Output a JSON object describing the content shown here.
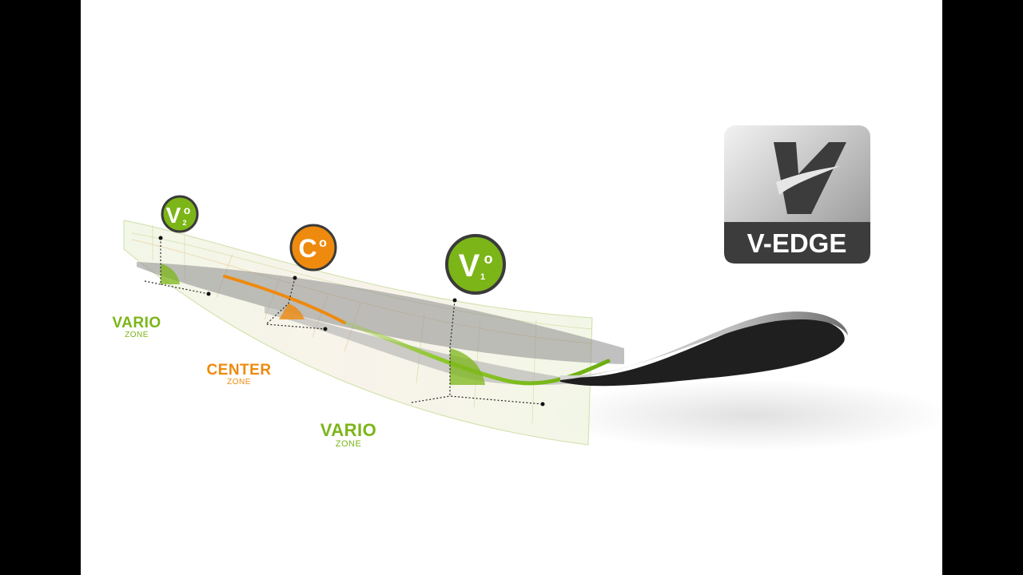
{
  "colors": {
    "green": "#7cb518",
    "orange": "#ee8a0e",
    "ski_dark": "#1f1f1f",
    "badge_dark": "#3c3c3c"
  },
  "logo": {
    "icon": "v-edge-logo-icon",
    "text": "V-EDGE"
  },
  "markers": {
    "v2": {
      "letter": "V",
      "sup": "o",
      "sub": "2"
    },
    "center": {
      "letter": "C",
      "sup": "o",
      "sub": ""
    },
    "v1": {
      "letter": "V",
      "sup": "o",
      "sub": "1"
    }
  },
  "zones": {
    "vario_left": {
      "main": "VARIO",
      "sub": "ZONE",
      "color": "#7cb518"
    },
    "center": {
      "main": "CENTER",
      "sub": "ZONE",
      "color": "#ee8a0e"
    },
    "vario_right": {
      "main": "VARIO",
      "sub": "ZONE",
      "color": "#7cb518"
    }
  }
}
